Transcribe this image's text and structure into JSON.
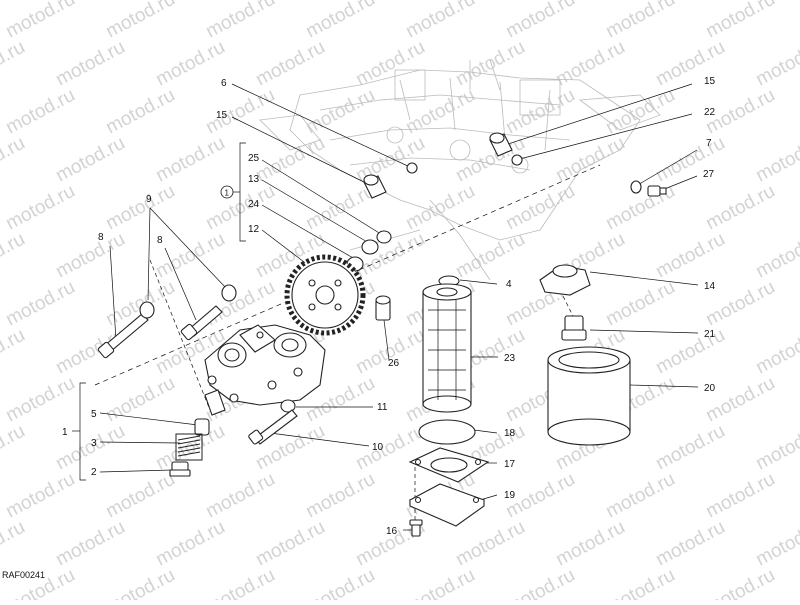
{
  "drawing_ref": "RAF00241",
  "watermark": "motod.ru",
  "callouts": {
    "c1": "1",
    "c2": "2",
    "c3": "3",
    "c4": "4",
    "c5": "5",
    "c6": "6",
    "c7": "7",
    "c8a": "8",
    "c8b": "8",
    "c9": "9",
    "c10": "10",
    "c11": "11",
    "c12": "12",
    "c13": "13",
    "c14": "14",
    "c15a": "15",
    "c15b": "15",
    "c16": "16",
    "c17": "17",
    "c18": "18",
    "c19": "19",
    "c20": "20",
    "c21": "21",
    "c22": "22",
    "c23": "23",
    "c24": "24",
    "c25": "25",
    "c26": "26",
    "c27": "27",
    "group1": "1"
  }
}
